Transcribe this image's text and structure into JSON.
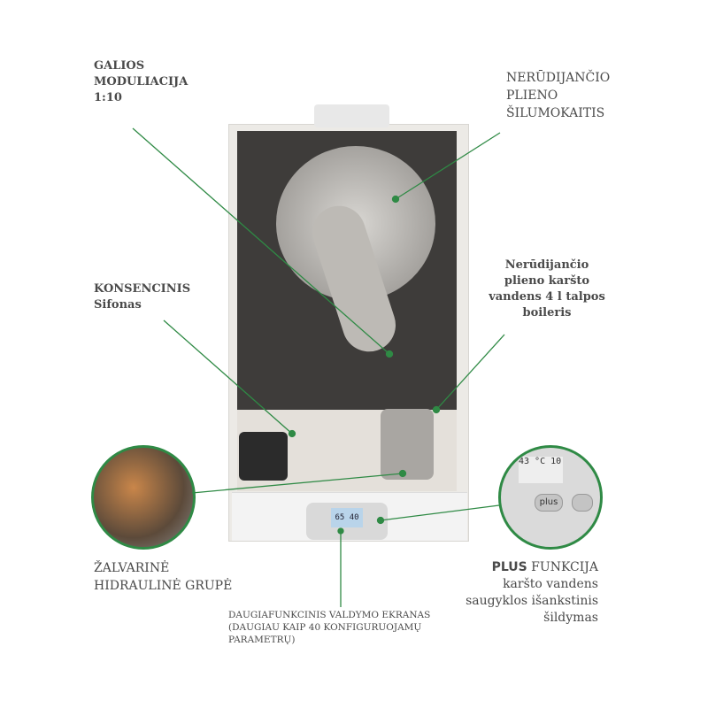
{
  "labels": {
    "power_modulation": [
      "GALIOS",
      "MODULIACIJA",
      "1:10"
    ],
    "heat_exchanger": [
      "NERŪDIJANČIO",
      "PLIENO",
      "ŠILUMOKAITIS"
    ],
    "siphon": [
      "KONSENCINIS",
      "Sifonas"
    ],
    "boiler_tank": [
      "Nerūdijančio",
      "plieno karšto",
      "vandens 4 l talpos",
      "boileris"
    ],
    "brass_group": [
      "ŽALVARINĖ",
      "HIDRAULINĖ GRUPĖ"
    ],
    "plus_function": {
      "bold": "PLUS",
      "rest": " FUNKCIJA",
      "lines": [
        "karšto vandens",
        "saugyklos išankstinis",
        "šildymas"
      ]
    },
    "display": [
      "DAUGIAFUNKCINIS VALDYMO EKRANAS",
      "(DAUGIAU KAIP 40 KONFIGURUOJAMŲ",
      "PARAMETRŲ)"
    ]
  },
  "device": {
    "screen_text": "65 40",
    "plus_button": "plus",
    "zoom_screen": "43 °C 10"
  },
  "colors": {
    "leader": "#2f8a45",
    "text": "#4a4a4a"
  }
}
